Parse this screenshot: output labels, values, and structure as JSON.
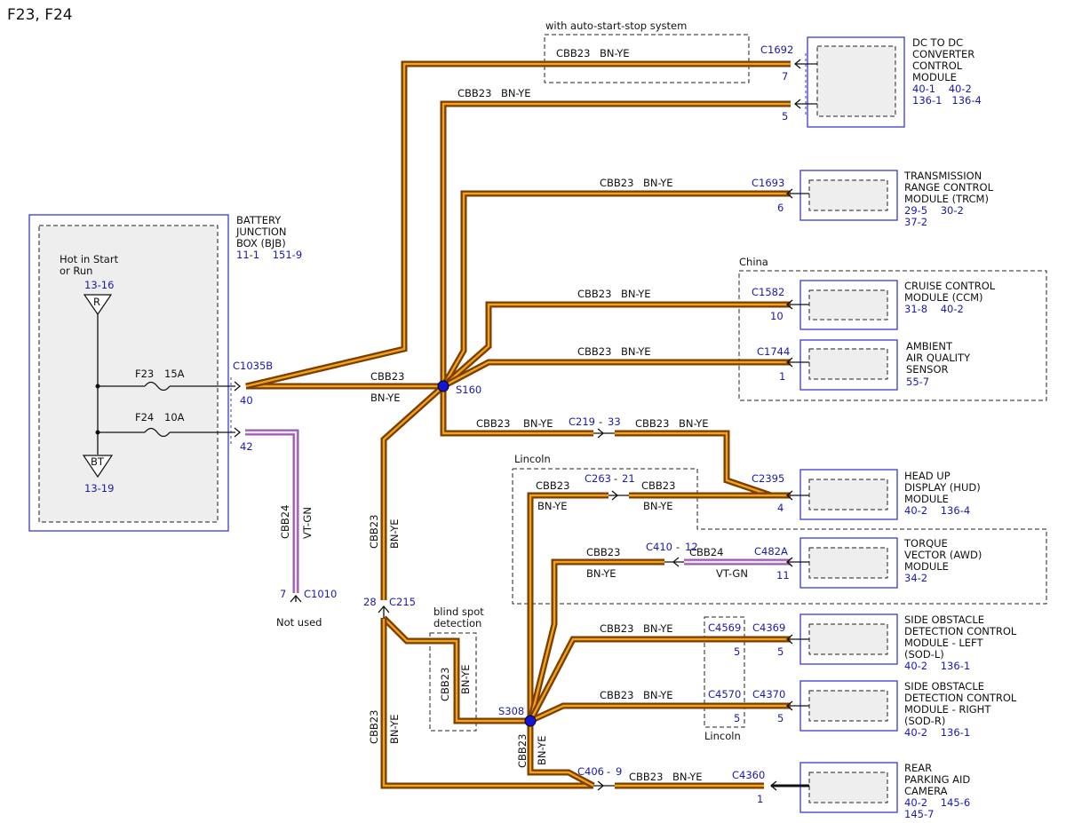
{
  "title": "F23, F24",
  "bjb": {
    "name_lines": [
      "BATTERY",
      "JUNCTION",
      "BOX (BJB)"
    ],
    "refs": "11-1    151-9",
    "hot_lines": [
      "Hot in Start",
      "or Run"
    ],
    "hot_ref": "13-16",
    "terminal_r": "R",
    "ground": "BT",
    "ground_ref": "13-19",
    "fuse1_label": "F23",
    "fuse1_rating": "15A",
    "fuse2_label": "F24",
    "fuse2_rating": "10A",
    "connector": "C1035B",
    "pin40": "40",
    "pin42": "42"
  },
  "wire": {
    "circuit": "CBB23",
    "color": "BN-YE",
    "circuit2": "CBB24",
    "color2": "VT-GN"
  },
  "splices": {
    "s160": "S160",
    "s308": "S308"
  },
  "c215": {
    "connector": "C215",
    "pin": "28"
  },
  "c1010": {
    "connector": "C1010",
    "pin": "7",
    "note": "Not used"
  },
  "c219": {
    "connector": "C219",
    "sep": "-",
    "pin": "33"
  },
  "c263": {
    "connector": "C263",
    "sep": "-",
    "pin": "21"
  },
  "c410": {
    "connector": "C410",
    "sep": "-",
    "pin": "12"
  },
  "c406": {
    "connector": "C406",
    "sep": "-",
    "pin": "9"
  },
  "regions": {
    "auto_start": "with auto-start-stop system",
    "china": "China",
    "lincoln_top": "Lincoln",
    "blind_spot_lines": [
      "blind spot",
      "detection"
    ],
    "lincoln_bottom": "Lincoln"
  },
  "modules": {
    "dcdc": {
      "name_lines": [
        "DC TO DC",
        "CONVERTER",
        "CONTROL",
        "MODULE"
      ],
      "ref_lines": [
        "40-1    40-2",
        "136-1   136-4"
      ],
      "connector": "C1692",
      "pin_a": "7",
      "pin_b": "5"
    },
    "trcm": {
      "name_lines": [
        "TRANSMISSION",
        "RANGE CONTROL",
        "MODULE (TRCM)"
      ],
      "ref_lines": [
        "29-5    30-2",
        "37-2"
      ],
      "connector": "C1693",
      "pin": "6"
    },
    "ccm": {
      "name_lines": [
        "CRUISE CONTROL",
        "MODULE (CCM)"
      ],
      "ref_lines": [
        "31-8    40-2"
      ],
      "connector": "C1582",
      "pin": "10"
    },
    "aqs": {
      "name_lines": [
        "AMBIENT",
        "AIR QUALITY",
        "SENSOR"
      ],
      "ref_lines": [
        "55-7"
      ],
      "connector": "C1744",
      "pin": "1"
    },
    "hud": {
      "name_lines": [
        "HEAD UP",
        "DISPLAY (HUD)",
        "MODULE"
      ],
      "ref_lines": [
        "40-2    136-4"
      ],
      "connector": "C2395",
      "pin": "4"
    },
    "tvm": {
      "name_lines": [
        "TORQUE",
        "VECTOR (AWD)",
        "MODULE"
      ],
      "ref_lines": [
        "34-2"
      ],
      "connector": "C482A",
      "pin": "11"
    },
    "sodl": {
      "name_lines": [
        "SIDE OBSTACLE",
        "DETECTION CONTROL",
        "MODULE - LEFT",
        "(SOD-L)"
      ],
      "ref_lines": [
        "40-2    136-1"
      ],
      "connector": "C4369",
      "pin": "5",
      "inline": "C4569",
      "inline_pin": "5"
    },
    "sodr": {
      "name_lines": [
        "SIDE OBSTACLE",
        "DETECTION CONTROL",
        "MODULE - RIGHT",
        "(SOD-R)"
      ],
      "ref_lines": [
        "40-2    136-1"
      ],
      "connector": "C4370",
      "pin": "5",
      "inline": "C4570",
      "inline_pin": "5"
    },
    "rpac": {
      "name_lines": [
        "REAR",
        "PARKING AID",
        "CAMERA"
      ],
      "ref_lines": [
        "40-2    145-6",
        "145-7"
      ],
      "connector": "C4360",
      "pin": "1"
    }
  },
  "colors": {
    "wire_outer": "#7a3e00",
    "wire_inner": "#f4a21a",
    "label_blue": "#1a1aa8",
    "box_blue": "#3a3ad0",
    "splice": "#1515d8",
    "violet_outer": "#9a5fa8"
  }
}
